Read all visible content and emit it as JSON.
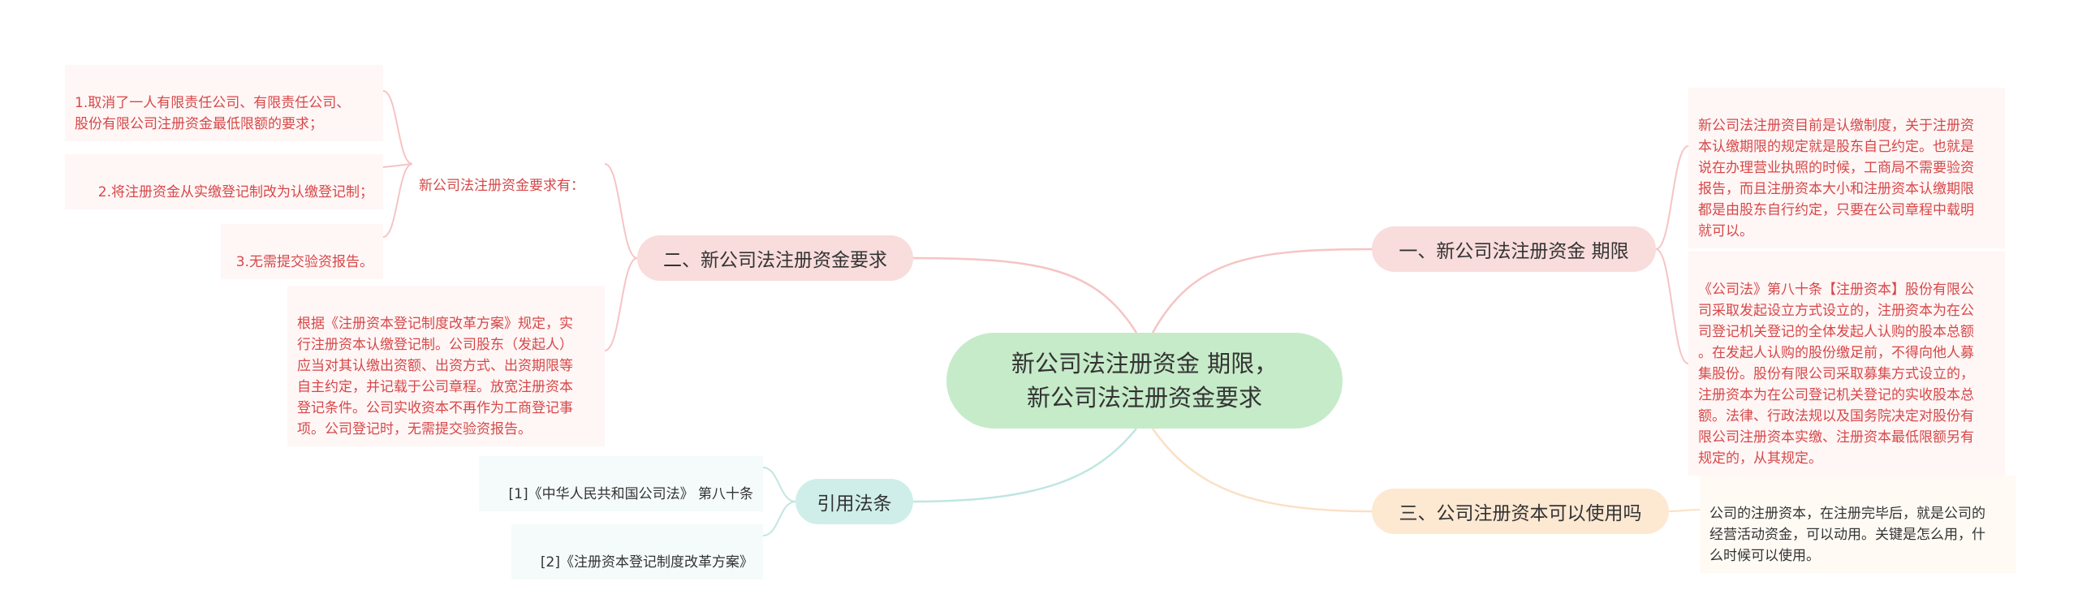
{
  "root": {
    "line1": "新公司法注册资金 期限，",
    "line2": "新公司法注册资金要求"
  },
  "branches": {
    "right1": {
      "label": "一、新公司法注册资金 期限",
      "leaves": [
        "新公司法注册资目前是认缴制度，关于注册资\n本认缴期限的规定就是股东自己约定。也就是\n说在办理营业执照的时候，工商局不需要验资\n报告，而且注册资本大小和注册资本认缴期限\n都是由股东自行约定，只要在公司章程中载明\n就可以。",
        "《公司法》第八十条【注册资本】股份有限公\n司采取发起设立方式设立的，注册资本为在公\n司登记机关登记的全体发起人认购的股本总额\n。在发起人认购的股份缴足前，不得向他人募\n集股份。股份有限公司采取募集方式设立的，\n注册资本为在公司登记机关登记的实收股本总\n额。法律、行政法规以及国务院决定对股份有\n限公司注册资本实缴、注册资本最低限额另有\n规定的，从其规定。"
      ]
    },
    "right2": {
      "label": "三、公司注册资本可以使用吗",
      "leaves": [
        "公司的注册资本，在注册完毕后，就是公司的\n经营活动资金，可以动用。关键是怎么用，什\n么时候可以使用。"
      ]
    },
    "left1": {
      "label": "二、新公司法注册资金要求",
      "sub": {
        "label": "新公司法注册资金要求有：",
        "items": [
          "1.取消了一人有限责任公司、有限责任公司、\n股份有限公司注册资金最低限额的要求；",
          "2.将注册资金从实缴登记制改为认缴登记制；",
          "3.无需提交验资报告。"
        ]
      },
      "leaves": [
        "根据《注册资本登记制度改革方案》规定，实\n行注册资本认缴登记制。公司股东（发起人）\n应当对其认缴出资额、出资方式、出资期限等\n自主约定，并记载于公司章程。放宽注册资本\n登记条件。公司实收资本不再作为工商登记事\n项。公司登记时，无需提交验资报告。"
      ]
    },
    "left2": {
      "label": "引用法条",
      "leaves": [
        "[1]《中华人民共和国公司法》 第八十条",
        "[2]《注册资本登记制度改革方案》"
      ]
    }
  },
  "colors": {
    "root": "#c6ebc9",
    "pink": "#f9dcdc",
    "peach": "#fde8d2",
    "teal": "#cfeee9",
    "red_text": "#d64848"
  }
}
